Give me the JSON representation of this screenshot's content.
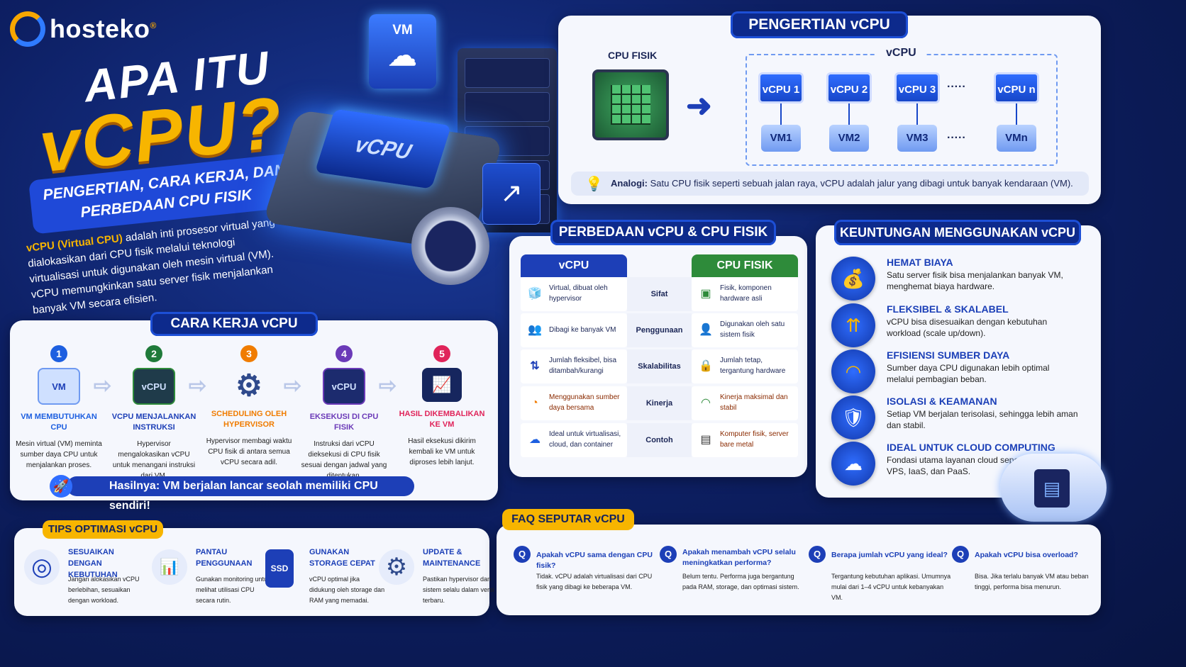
{
  "brand": {
    "name": "hosteko",
    "reg": "®"
  },
  "hero": {
    "title_line1": "APA ITU",
    "title_line2": "vCPU?",
    "subtitle": "PENGERTIAN, CARA KERJA, DAN PERBEDAAN CPU FISIK",
    "desc_highlight": "vCPU (Virtual CPU)",
    "desc_rest": " adalah inti prosesor virtual yang dialokasikan dari CPU fisik melalui teknologi virtualisasi untuk digunakan oleh mesin virtual (VM). vCPU memungkinkan satu server fisik menjalankan banyak VM secara efisien."
  },
  "illustration": {
    "chip_label": "vCPU",
    "vm_label": "VM"
  },
  "cara_kerja": {
    "title": "CARA KERJA vCPU",
    "steps": [
      {
        "num": "1",
        "icon": "VM",
        "title": "VM MEMBUTUHKAN CPU",
        "desc": "Mesin virtual (VM) meminta sumber daya CPU untuk menjalankan proses.",
        "color": "#1d5fe0"
      },
      {
        "num": "2",
        "icon": "vCPU",
        "title": "vCPU MENJALANKAN INSTRUKSI",
        "desc": "Hypervisor mengalokasikan vCPU untuk menangani instruksi dari VM.",
        "color": "#1f7a3a"
      },
      {
        "num": "3",
        "icon": "⚙",
        "title": "SCHEDULING OLEH HYPERVISOR",
        "desc": "Hypervisor membagi waktu CPU fisik di antara semua vCPU secara adil.",
        "color": "#f07c00"
      },
      {
        "num": "4",
        "icon": "vCPU",
        "title": "EKSEKUSI DI CPU FISIK",
        "desc": "Instruksi dari vCPU dieksekusi di CPU fisik sesuai dengan jadwal yang ditentukan.",
        "color": "#6b3ab8"
      },
      {
        "num": "5",
        "icon": "📈",
        "title": "HASIL DIKEMBALIKAN KE VM",
        "desc": "Hasil eksekusi dikirim kembali ke VM untuk diproses lebih lanjut.",
        "color": "#e0245a"
      }
    ],
    "result": "Hasilnya: VM berjalan lancar seolah memiliki CPU sendiri!"
  },
  "tips": {
    "title": "TIPS OPTIMASI vCPU",
    "items": [
      {
        "icon": "target-icon",
        "glyph": "◎",
        "title": "SESUAIKAN DENGAN KEBUTUHAN",
        "desc": "Jangan alokasikan vCPU berlebihan, sesuaikan dengan workload."
      },
      {
        "icon": "monitor-icon",
        "glyph": "📊",
        "title": "PANTAU PENGGUNAAN",
        "desc": "Gunakan monitoring untuk melihat utilisasi CPU secara rutin."
      },
      {
        "icon": "ssd-icon",
        "glyph": "SSD",
        "title": "GUNAKAN STORAGE CEPAT",
        "desc": "vCPU optimal jika didukung oleh storage dan RAM yang memadai."
      },
      {
        "icon": "gear-icon",
        "glyph": "⚙",
        "title": "UPDATE & MAINTENANCE",
        "desc": "Pastikan hypervisor dan sistem selalu dalam versi terbaru."
      }
    ]
  },
  "pengertian": {
    "title": "PENGERTIAN vCPU",
    "cpu_label": "CPU FISIK",
    "vcpu_label": "vCPU",
    "vcpus": [
      "vCPU 1",
      "vCPU 2",
      "vCPU 3",
      "vCPU n"
    ],
    "vms": [
      "VM1",
      "VM2",
      "VM3",
      "VMn"
    ],
    "dots": "·····",
    "analogy_label": "Analogi:",
    "analogy_text": " Satu CPU fisik seperti sebuah jalan raya, vCPU adalah jalur yang dibagi untuk banyak kendaraan (VM)."
  },
  "perbedaan": {
    "title": "PERBEDAAN vCPU & CPU FISIK",
    "col_left": "vCPU",
    "col_right": "CPU FISIK",
    "left_color": "#1d3fb7",
    "right_color": "#2e8b3a",
    "rows": [
      {
        "left": "Virtual, dibuat oleh hypervisor",
        "mid": "Sifat",
        "right": "Fisik, komponen hardware asli",
        "li": "🧊",
        "ri": "▣"
      },
      {
        "left": "Dibagi ke banyak VM",
        "mid": "Penggunaan",
        "right": "Digunakan oleh satu sistem fisik",
        "li": "👥",
        "ri": "👤"
      },
      {
        "left": "Jumlah fleksibel, bisa ditambah/kurangi",
        "mid": "Skalabilitas",
        "right": "Jumlah tetap, tergantung hardware",
        "li": "⇅",
        "ri": "🔒"
      },
      {
        "left": "Menggunakan sumber daya bersama",
        "mid": "Kinerja",
        "right": "Kinerja maksimal dan stabil",
        "li": "◔",
        "ri": "◠"
      },
      {
        "left": "Ideal untuk virtualisasi, cloud, dan container",
        "mid": "Contoh",
        "right": "Komputer fisik, server bare metal",
        "li": "☁",
        "ri": "▤"
      }
    ]
  },
  "keuntungan": {
    "title": "KEUNTUNGAN MENGGUNAKAN vCPU",
    "items": [
      {
        "icon": "coins-icon",
        "glyph": "💰",
        "title": "HEMAT BIAYA",
        "desc": "Satu server fisik bisa menjalankan banyak VM, menghemat biaya hardware."
      },
      {
        "icon": "arrows-up-icon",
        "glyph": "⇈",
        "title": "FLEKSIBEL & SKALABEL",
        "desc": "vCPU bisa disesuaikan dengan kebutuhan workload (scale up/down)."
      },
      {
        "icon": "gauge-icon",
        "glyph": "◠",
        "title": "EFISIENSI SUMBER DAYA",
        "desc": "Sumber daya CPU digunakan lebih optimal melalui pembagian beban."
      },
      {
        "icon": "shield-icon",
        "glyph": "🛡",
        "title": "ISOLASI & KEAMANAN",
        "desc": "Setiap VM berjalan terisolasi, sehingga lebih aman dan stabil."
      },
      {
        "icon": "cloud-icon",
        "glyph": "☁",
        "title": "IDEAL UNTUK CLOUD COMPUTING",
        "desc": "Fondasi utama layanan cloud seperti VPS, IaaS, dan PaaS."
      }
    ]
  },
  "faq": {
    "title": "FAQ SEPUTAR vCPU",
    "items": [
      {
        "q": "Apakah vCPU sama dengan CPU fisik?",
        "a": "Tidak. vCPU adalah virtualisasi dari CPU fisik yang dibagi ke beberapa VM."
      },
      {
        "q": "Apakah menambah vCPU selalu meningkatkan performa?",
        "a": "Belum tentu. Performa juga bergantung pada RAM, storage, dan optimasi sistem."
      },
      {
        "q": "Berapa jumlah vCPU yang ideal?",
        "a": "Tergantung kebutuhan aplikasi. Umumnya mulai dari 1–4 vCPU untuk kebanyakan VM."
      },
      {
        "q": "Apakah vCPU bisa overload?",
        "a": "Bisa. Jika terlalu banyak VM atau beban tinggi, performa bisa menurun."
      }
    ],
    "q_glyph": "Q"
  }
}
